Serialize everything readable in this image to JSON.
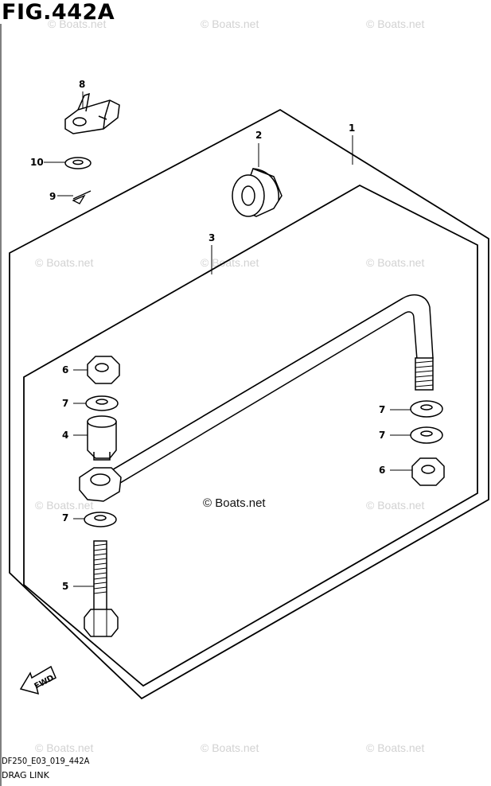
{
  "figure_title": "FIG.442A",
  "model_code": "DF250_E03_019_442A",
  "section_name": "DRAG LINK",
  "watermark": "© Boats.net",
  "fwd_label": "FWD",
  "callouts": [
    "1",
    "2",
    "3",
    "4",
    "5",
    "6",
    "6",
    "7",
    "7",
    "7",
    "7",
    "8",
    "9",
    "10"
  ]
}
